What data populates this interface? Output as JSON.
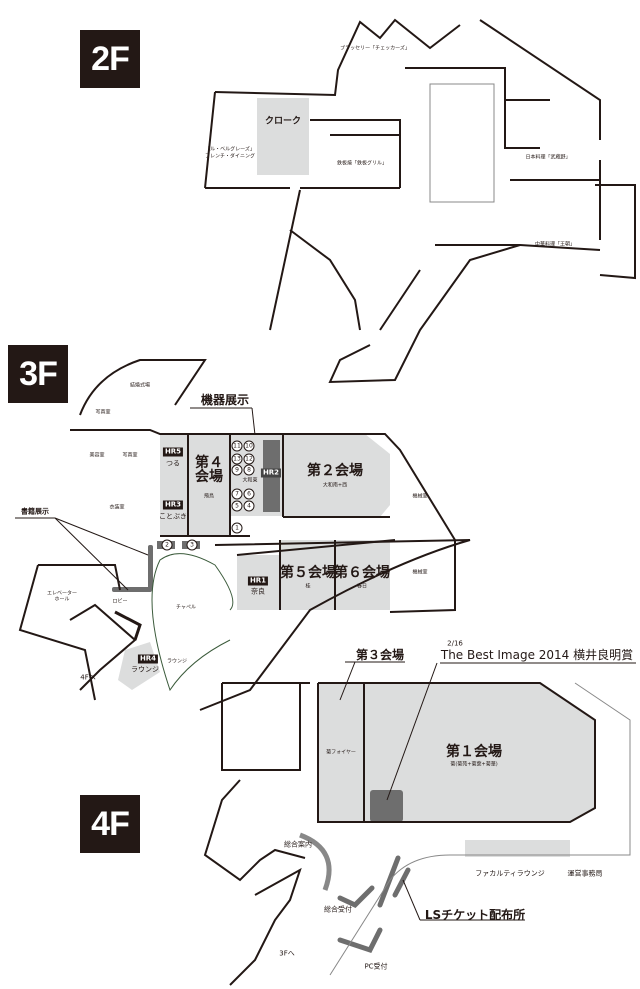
{
  "floors": {
    "f2": {
      "badge": "2F",
      "rooms": {
        "brasserie": "ブラッセリー「チェッカーズ」",
        "cloak": "クローク",
        "french_1": "「ル・ベルグレーズ」",
        "french_2": "フレンチ・ダイニング",
        "teppan": "鉄板焼「鉄板グリル」",
        "japanese": "日本料理「武蔵野」",
        "chinese": "中華料理「王朝」"
      }
    },
    "f3": {
      "badge": "3F",
      "callouts": {
        "equipment": "機器展示",
        "books": "書籍展示"
      },
      "rooms": {
        "wedding": "結婚式場",
        "photo1": "写真室",
        "beauty": "美容室",
        "photo2": "写真室",
        "costume": "衣装室",
        "hr5": "HR5",
        "hr5_name": "つる",
        "hr3": "HR3",
        "hr3_name": "ことぶき",
        "hall4": "第４会場",
        "hall4_name": "飛鳥",
        "yamato_east": "大和東",
        "hr2": "HR2",
        "hall2": "第２会場",
        "hall2_name": "大和南+西",
        "hr1": "HR1",
        "hr1_name": "奈良",
        "hall5": "第５会場",
        "hall5_name": "桂",
        "hall6": "第６会場",
        "hall6_name": "春日",
        "machine1": "機械室",
        "machine2": "機械室",
        "elevator_hall_1": "エレベーター",
        "elevator_hall_2": "ホール",
        "lobby": "ロビー",
        "chapel": "チャペル",
        "lounge": "ラウンジ",
        "hr4": "HR4",
        "hr4_name": "ラウンジ",
        "to_4f": "4Fへ"
      },
      "booths": [
        "1",
        "2",
        "3",
        "4",
        "5",
        "6",
        "7",
        "8",
        "9",
        "10",
        "11",
        "12",
        "13"
      ]
    },
    "f4": {
      "badge": "4F",
      "callouts": {
        "hall3": "第３会場",
        "date": "2/16",
        "award": "The Best Image 2014 横井良明賞",
        "ls_ticket": "LSチケット配布所"
      },
      "rooms": {
        "foyer": "菊フォイヤー",
        "hall1": "第１会場",
        "hall1_name": "菊(菊苑+菊葉+菊華)",
        "faculty": "ファカルティラウンジ",
        "office": "運営事務局",
        "info": "総合案内",
        "reception": "総合受付",
        "pc": "PC受付",
        "to_3f": "3Fへ"
      }
    }
  },
  "colors": {
    "room": "#dcdddd",
    "dark": "#6e6e6e",
    "wall": "#231815"
  }
}
